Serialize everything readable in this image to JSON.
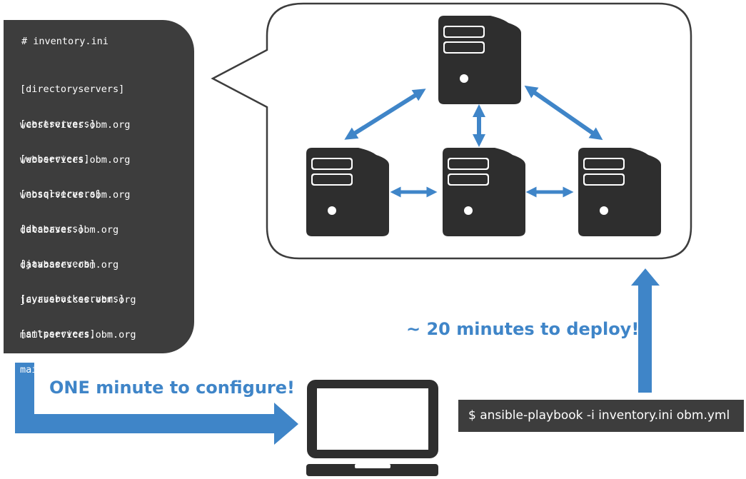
{
  "inventory": {
    "title": "# inventory.ini",
    "groups": [
      {
        "group": "[directoryservers]",
        "host": "webservices.obm.org"
      },
      {
        "group": "[certservers]",
        "host": "webservices.obm.org"
      },
      {
        "group": "[webservers]",
        "host": "webservices.obm.org"
      },
      {
        "group": "[nosqlservers]",
        "host": "databases.obm.org"
      },
      {
        "group": "[dbservers]",
        "host": "databases.obm.org"
      },
      {
        "group": "[javaservers]",
        "host": "javaservices.obm.org"
      },
      {
        "group": "[cyrusbackservers]",
        "host": "mailservices.obm.org"
      },
      {
        "group": "[smtpservers]",
        "host": "mailservices.obm.org"
      }
    ]
  },
  "labels": {
    "configure": "ONE minute to configure!",
    "deploy": "~ 20 minutes to deploy!"
  },
  "command": "$ ansible-playbook -i inventory.ini obm.yml",
  "icons": {
    "server": "server-tower-icon",
    "laptop": "laptop-icon"
  },
  "colors": {
    "accent": "#3f85c8",
    "dark": "#3d3d3d",
    "icon_dark": "#2e2e2e"
  }
}
